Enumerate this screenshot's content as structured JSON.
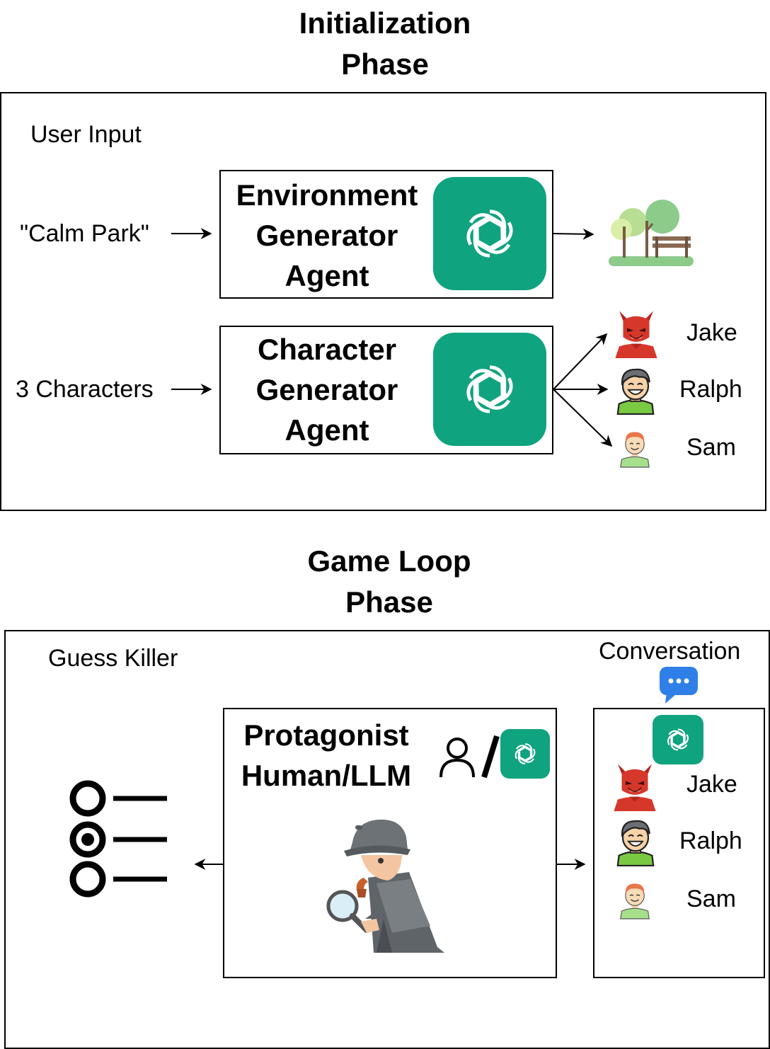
{
  "init_phase": {
    "title_line1": "Initialization",
    "title_line2": "Phase",
    "section_label": "User Input",
    "env_input": "\"Calm Park\"",
    "char_input": "3 Characters",
    "env_agent": {
      "line1": "Environment",
      "line2": "Generator",
      "line3": "Agent"
    },
    "char_agent": {
      "line1": "Character",
      "line2": "Generator",
      "line3": "Agent"
    },
    "characters": [
      "Jake",
      "Ralph",
      "Sam"
    ]
  },
  "game_phase": {
    "title_line1": "Game Loop",
    "title_line2": "Phase",
    "guess_label": "Guess Killer",
    "conversation_label": "Conversation",
    "protagonist": {
      "line1": "Protagonist",
      "line2": "Human/LLM"
    },
    "characters": [
      "Jake",
      "Ralph",
      "Sam"
    ]
  },
  "colors": {
    "gpt_green": "#10A37F",
    "devil_red": "#D6372B",
    "shirt_green": "#7AC943",
    "chat_blue": "#2F7FE8",
    "park_green": "#8CCB8A"
  },
  "icons": [
    "openai-logo-icon",
    "park-bench-icon",
    "devil-face-icon",
    "laughing-man-icon",
    "smiling-boy-icon",
    "user-outline-icon",
    "chat-bubble-icon",
    "radio-list-icon",
    "detective-icon"
  ]
}
